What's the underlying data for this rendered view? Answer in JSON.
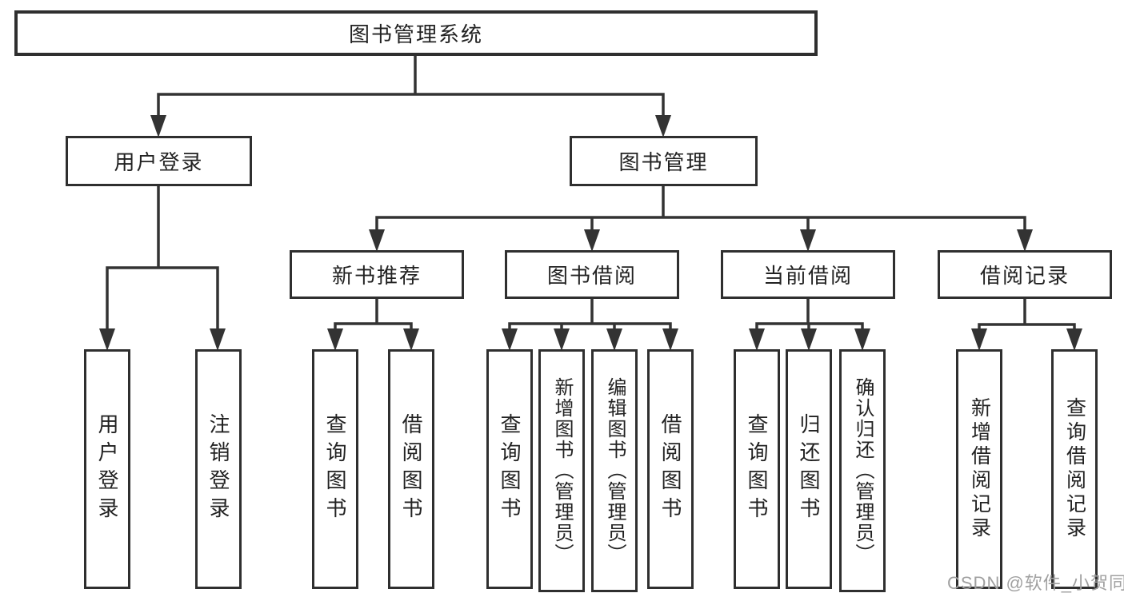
{
  "nodes": {
    "root": "图书管理系统",
    "user_login": "用户登录",
    "book_mgmt": "图书管理",
    "new_book_rec": "新书推荐",
    "book_borrow": "图书借阅",
    "current_borrow": "当前借阅",
    "borrow_record": "借阅记录",
    "login": "用户登录",
    "logout": "注销登录",
    "rec_query_book": "查询图书",
    "rec_borrow_book": "借阅图书",
    "borrow_query_book": "查询图书",
    "borrow_add_book": "新增图书（管理员）",
    "borrow_edit_book": "编辑图书（管理员）",
    "borrow_borrow_book": "借阅图书",
    "cur_query_book": "查询图书",
    "cur_return_book": "归还图书",
    "cur_confirm_return": "确认归还（管理员）",
    "record_add": "新增借阅记录",
    "record_query": "查询借阅记录"
  },
  "hierarchy": {
    "root": [
      "user_login",
      "book_mgmt"
    ],
    "user_login": [
      "login",
      "logout"
    ],
    "book_mgmt": [
      "new_book_rec",
      "book_borrow",
      "current_borrow",
      "borrow_record"
    ],
    "new_book_rec": [
      "rec_query_book",
      "rec_borrow_book"
    ],
    "book_borrow": [
      "borrow_query_book",
      "borrow_add_book",
      "borrow_edit_book",
      "borrow_borrow_book"
    ],
    "current_borrow": [
      "cur_query_book",
      "cur_return_book",
      "cur_confirm_return"
    ],
    "borrow_record": [
      "record_add",
      "record_query"
    ]
  },
  "watermark": "CSDN @软件_小贺同学",
  "colors": {
    "line": "#333333",
    "box_border": "#2f2f2f",
    "text": "#222222",
    "background": "#ffffff",
    "watermark": "#a0a0a0"
  }
}
